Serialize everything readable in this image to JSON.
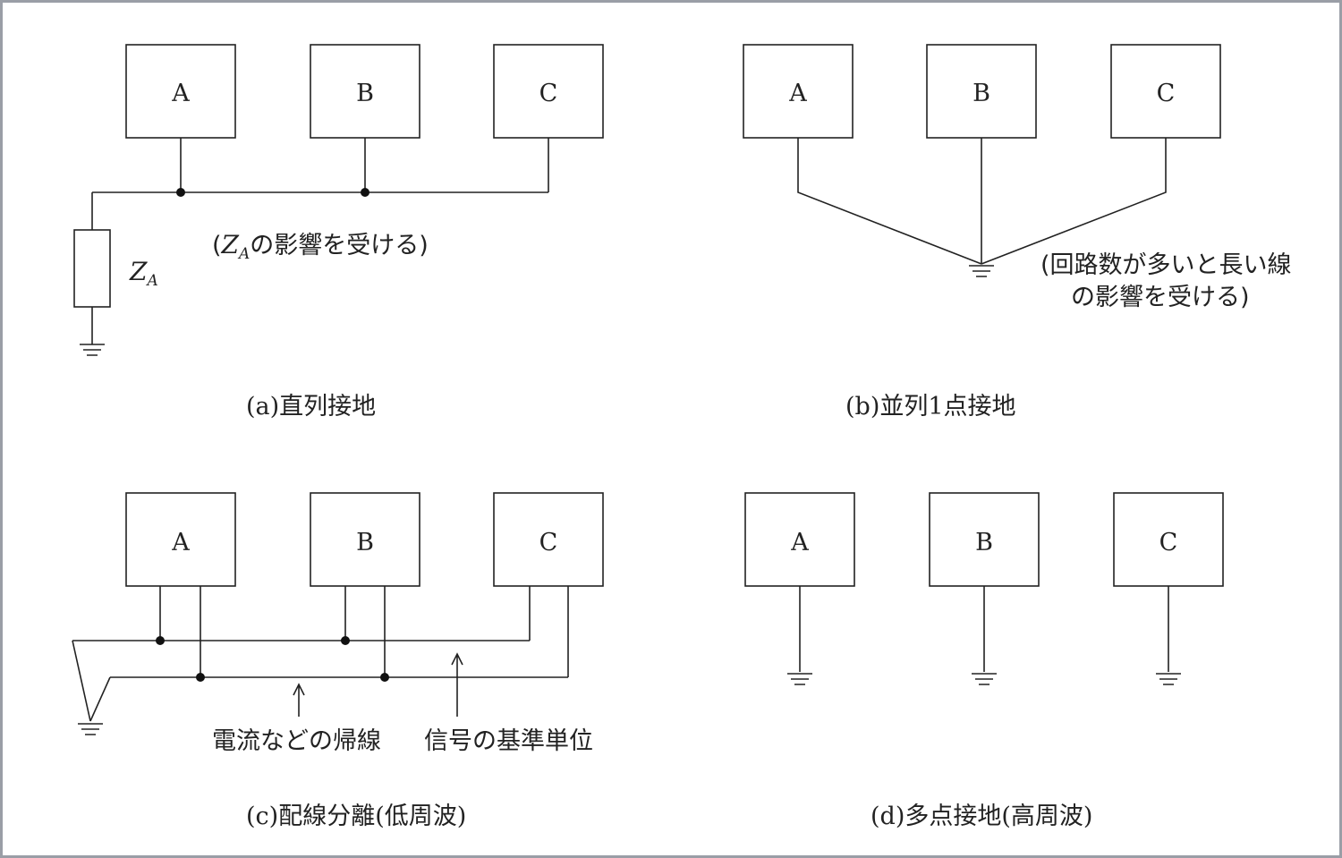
{
  "boxes": {
    "a": "A",
    "b": "B",
    "c": "C"
  },
  "impedance": {
    "symbol": "Z",
    "subscript": "A"
  },
  "notes": {
    "series_open": "(",
    "series_rest": "の影響を受ける)",
    "parallel_line1": "(回路数が多いと長い線",
    "parallel_line2": "の影響を受ける)",
    "return_line": "電流などの帰線",
    "signal_ref": "信号の基準単位"
  },
  "captions": {
    "a": "(a)直列接地",
    "b": "(b)並列1点接地",
    "c": "(c)配線分離(低周波)",
    "d": "(d)多点接地(高周波)"
  }
}
